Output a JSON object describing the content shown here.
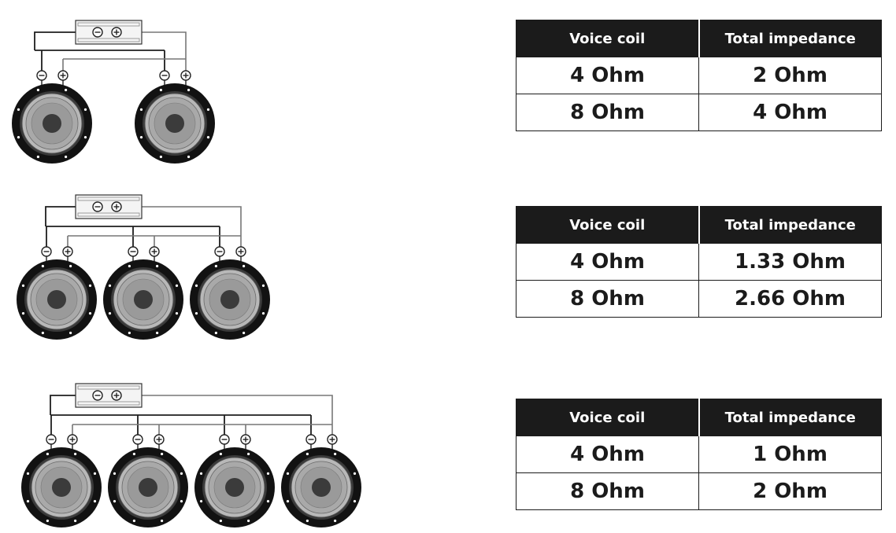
{
  "amplifier": {
    "neg_icon": "minus-in-circle",
    "pos_icon": "plus-in-circle"
  },
  "terminal_icons": {
    "negative": "minus-in-circle",
    "positive": "plus-in-circle"
  },
  "configs": [
    {
      "speakers": 2,
      "table": {
        "headers": [
          "Voice coil",
          "Total impedance"
        ],
        "rows": [
          [
            "4 Ohm",
            "2 Ohm"
          ],
          [
            "8 Ohm",
            "4 Ohm"
          ]
        ]
      }
    },
    {
      "speakers": 3,
      "table": {
        "headers": [
          "Voice coil",
          "Total impedance"
        ],
        "rows": [
          [
            "4 Ohm",
            "1.33 Ohm"
          ],
          [
            "8 Ohm",
            "2.66 Ohm"
          ]
        ]
      }
    },
    {
      "speakers": 4,
      "table": {
        "headers": [
          "Voice coil",
          "Total impedance"
        ],
        "rows": [
          [
            "4 Ohm",
            "1 Ohm"
          ],
          [
            "8 Ohm",
            "2 Ohm"
          ]
        ]
      }
    }
  ]
}
